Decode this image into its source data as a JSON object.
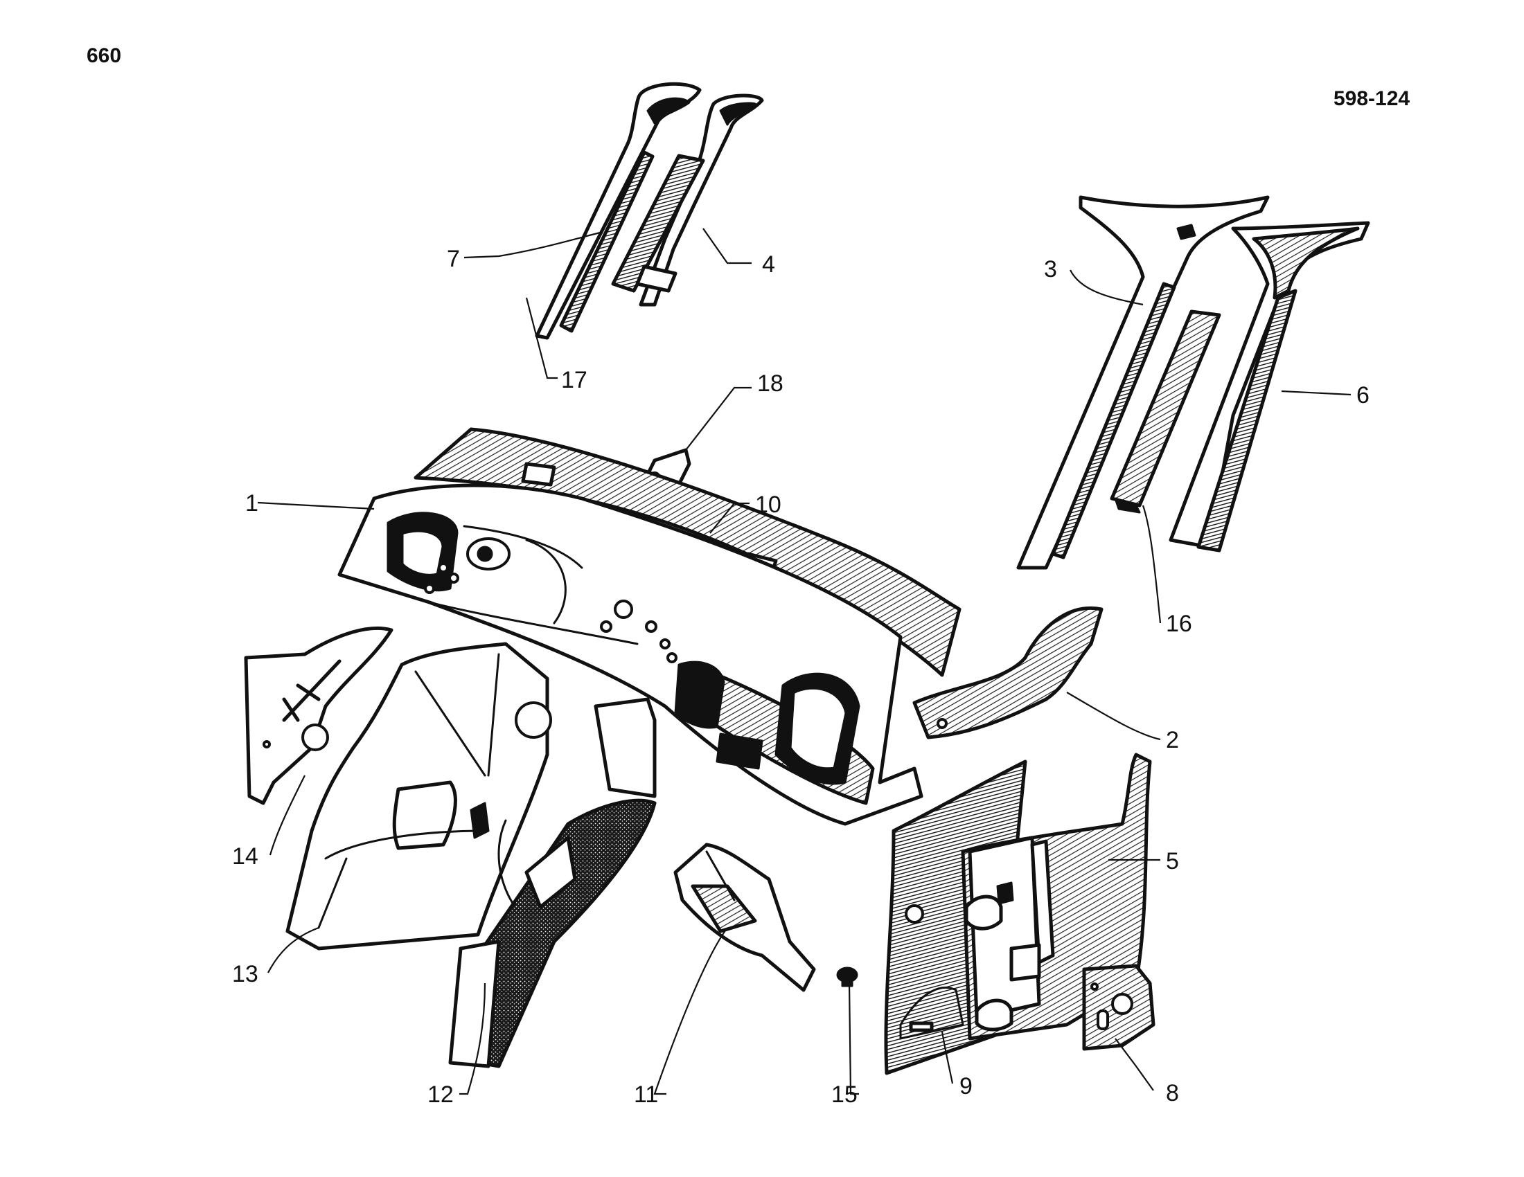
{
  "page_number": "660",
  "figure_code": "598-124",
  "callouts": [
    {
      "key": "c1",
      "text": "1"
    },
    {
      "key": "c2",
      "text": "2"
    },
    {
      "key": "c3",
      "text": "3"
    },
    {
      "key": "c4",
      "text": "4"
    },
    {
      "key": "c5",
      "text": "5"
    },
    {
      "key": "c6",
      "text": "6"
    },
    {
      "key": "c7",
      "text": "7"
    },
    {
      "key": "c8",
      "text": "8"
    },
    {
      "key": "c9",
      "text": "9"
    },
    {
      "key": "c10",
      "text": "10"
    },
    {
      "key": "c11",
      "text": "11"
    },
    {
      "key": "c12",
      "text": "12"
    },
    {
      "key": "c13",
      "text": "13"
    },
    {
      "key": "c14",
      "text": "14"
    },
    {
      "key": "c15",
      "text": "15"
    },
    {
      "key": "c16",
      "text": "16"
    },
    {
      "key": "c17",
      "text": "17"
    },
    {
      "key": "c18",
      "text": "18"
    }
  ]
}
